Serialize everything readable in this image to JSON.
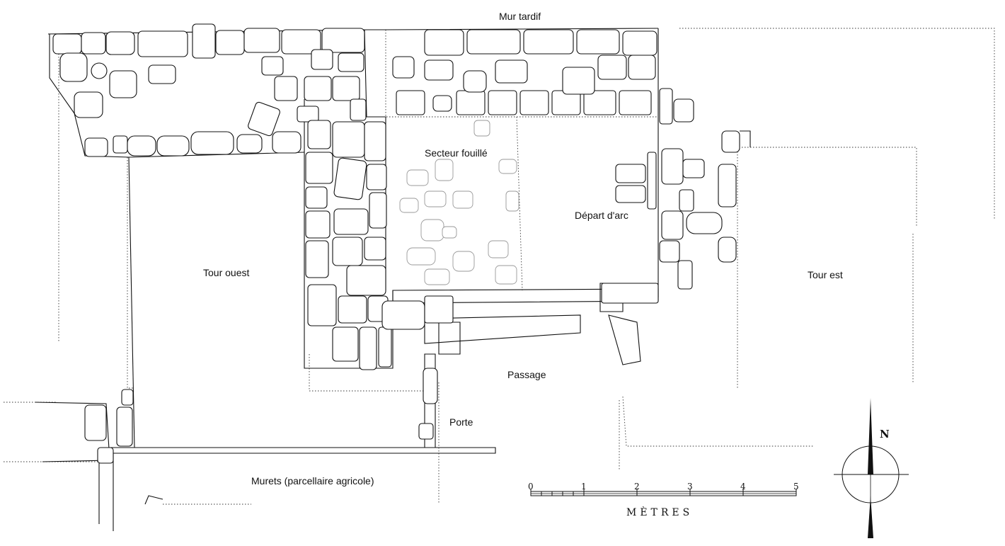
{
  "labels": {
    "mur_tardif": "Mur tardif",
    "secteur_fouille": "Secteur fouillé",
    "depart_arc": "Départ d'arc",
    "tour_ouest": "Tour ouest",
    "tour_est": "Tour est",
    "passage": "Passage",
    "porte": "Porte",
    "murets": "Murets (parcellaire agricole)"
  },
  "scale_bar": {
    "ticks": [
      "0",
      "1",
      "2",
      "3",
      "4",
      "5"
    ],
    "unit": "MÈTRES"
  },
  "north_arrow": {
    "label": "N"
  }
}
